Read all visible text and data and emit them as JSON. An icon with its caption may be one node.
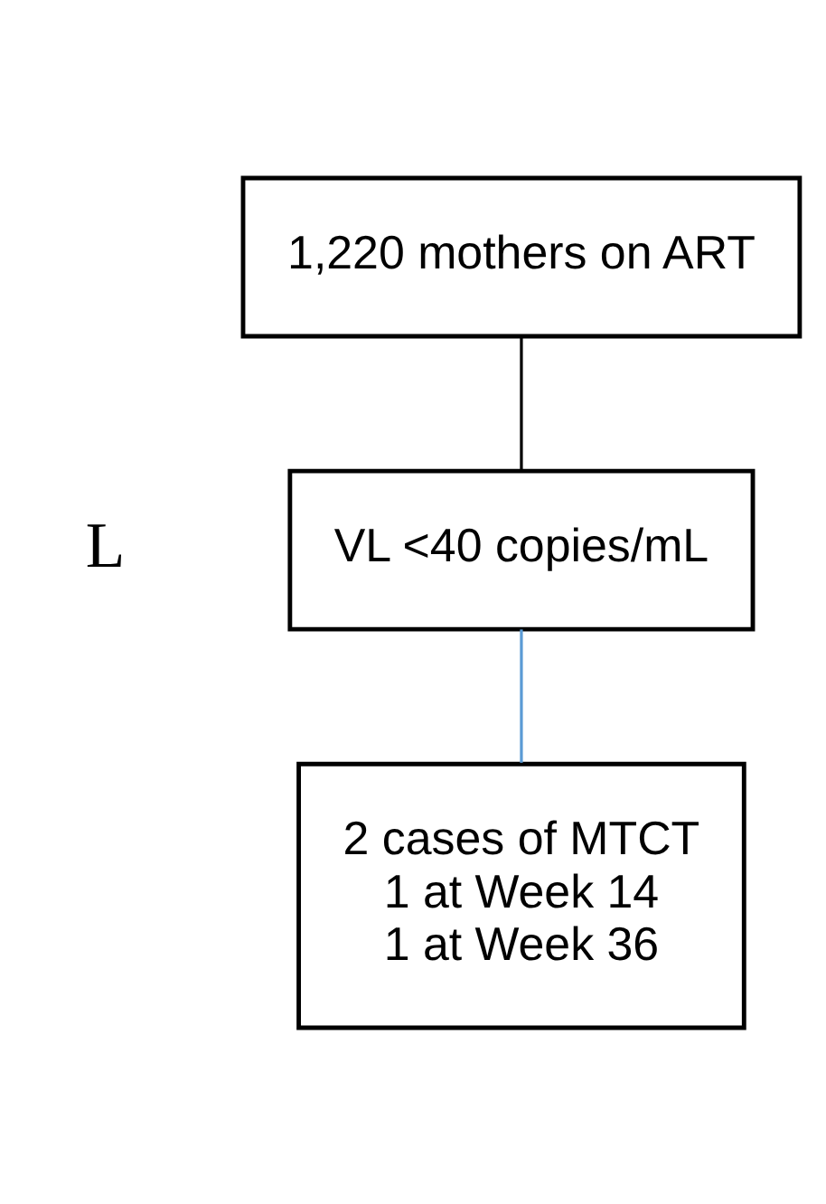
{
  "diagram": {
    "nodes": [
      {
        "text": [
          "1,220 mothers on ART"
        ]
      },
      {
        "text": [
          "VL <40 copies/mL"
        ]
      },
      {
        "text": [
          "2 cases of MTCT",
          "1 at Week 14",
          "1 at Week 36"
        ]
      }
    ],
    "edges": [
      {
        "from": 0,
        "to": 1,
        "arrow": "none"
      },
      {
        "from": 1,
        "to": 2,
        "arrow": "none",
        "color": "#5b9bd5"
      }
    ],
    "labels": [
      "L"
    ]
  }
}
